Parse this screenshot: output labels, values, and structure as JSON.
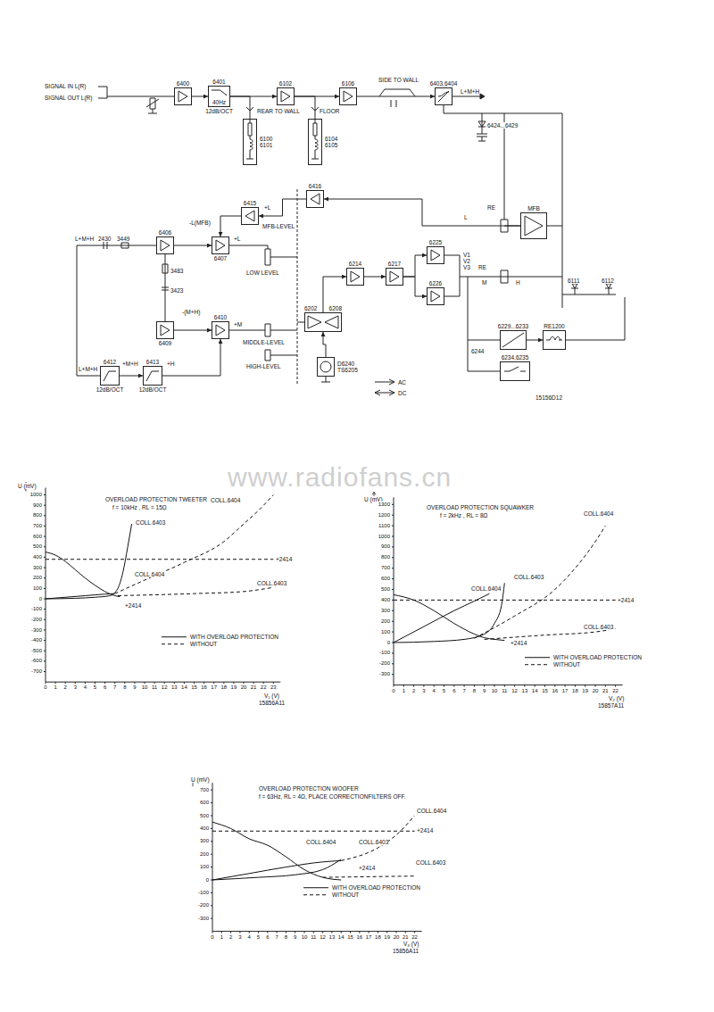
{
  "diagram": {
    "nodes": [
      {
        "text": [
          "6400"
        ]
      },
      {
        "text": [
          "6401",
          "40Hz",
          "12dB/OCT"
        ]
      },
      {
        "text": [
          "6102"
        ]
      },
      {
        "text": [
          "6106"
        ]
      },
      {
        "text": [
          "6403,6404"
        ]
      },
      {
        "text": [
          "6100 6101"
        ]
      },
      {
        "text": [
          "6104 6105"
        ]
      },
      {
        "text": [
          "6416"
        ]
      },
      {
        "text": [
          "6415"
        ]
      },
      {
        "text": [
          "MFB"
        ]
      },
      {
        "text": [
          "6406"
        ]
      },
      {
        "text": [
          "6407"
        ]
      },
      {
        "text": [
          "6409"
        ]
      },
      {
        "text": [
          "6410"
        ]
      },
      {
        "text": [
          "6412",
          "12dB/OCT"
        ]
      },
      {
        "text": [
          "6413",
          "12dB/OCT"
        ]
      },
      {
        "text": [
          "6202",
          "6208"
        ]
      },
      {
        "text": [
          "D6240 TS6205"
        ]
      },
      {
        "text": [
          "6214"
        ]
      },
      {
        "text": [
          "6217"
        ]
      },
      {
        "text": [
          "6225"
        ]
      },
      {
        "text": [
          "6226"
        ]
      },
      {
        "text": [
          "6229...6233"
        ]
      },
      {
        "text": [
          "RE1200"
        ]
      },
      {
        "text": [
          "6234,6235"
        ]
      }
    ],
    "edges": [
      {
        "from": 0,
        "to": 1,
        "arrow": "to"
      },
      {
        "from": 1,
        "to": 2,
        "arrow": "to"
      },
      {
        "from": 2,
        "to": 3,
        "arrow": "to"
      },
      {
        "from": 3,
        "to": 4,
        "arrow": "to"
      },
      {
        "from": 1,
        "to": 5,
        "arrow": "none"
      },
      {
        "from": 2,
        "to": 6,
        "arrow": "none"
      },
      {
        "from": 9,
        "to": 7,
        "arrow": "to"
      },
      {
        "from": 7,
        "to": 8,
        "arrow": "to"
      },
      {
        "from": 8,
        "to": 11,
        "arrow": "to"
      },
      {
        "from": 10,
        "to": 11,
        "arrow": "to"
      },
      {
        "from": 10,
        "to": 12,
        "arrow": "none"
      },
      {
        "from": 12,
        "to": 13,
        "arrow": "to"
      },
      {
        "from": 14,
        "to": 15,
        "arrow": "to"
      },
      {
        "from": 15,
        "to": 13,
        "arrow": "to"
      },
      {
        "from": 17,
        "to": 16,
        "arrow": "to"
      },
      {
        "from": 16,
        "to": 18,
        "arrow": "to"
      },
      {
        "from": 18,
        "to": 19,
        "arrow": "to"
      },
      {
        "from": 19,
        "to": 20,
        "arrow": "to"
      },
      {
        "from": 19,
        "to": 21,
        "arrow": "to"
      },
      {
        "from": 22,
        "to": 23,
        "arrow": "to"
      }
    ],
    "labels": [
      "SIGNAL IN L(R)",
      "SIGNAL OUT L(R)",
      "REAR TO WALL",
      "FLOOR",
      "SIDE TO WALL",
      "L+M+H",
      "6424...6429",
      "MFB-LEVEL",
      "-L(MFB)",
      "+L",
      "RE",
      "L",
      "L+M+H",
      "2430",
      "3449",
      "+L",
      "LOW LEVEL",
      "3483",
      "3423",
      "-(M+H)",
      "+M",
      "MIDDLE-LEVEL",
      "HIGH-LEVEL",
      "L+M+H",
      "+M+H",
      "+H",
      "V1",
      "V2",
      "V3",
      "RE",
      "M",
      "H",
      "6244",
      "6111",
      "6112",
      "AC",
      "DC",
      "15156D12",
      "OVERLOAD PROTECTION TWEETER",
      "f = 10kHz , RL = 15Ω",
      "COLL.6404",
      "COLL.6403",
      "COLL.6404",
      "+2414",
      "COLL.6403",
      "+2414",
      "V₁ (V)",
      "15856A11",
      "U (mV)",
      "OVERLOAD PROTECTION SQUAWKER",
      "f = 2kHz , RL = 8Ω",
      "COLL.6404",
      "COLL.6403",
      "COLL.6404",
      "+2414",
      "COLL.6403",
      "+2414",
      "V₂ (V)",
      "15857A11",
      "U (mV)",
      "OVERLOAD PROTECTION WOOFER",
      "f = 63Hz, RL = 4Ω, PLACE CORRECTIONFILTERS OFF.",
      "COLL.6404",
      "+2414",
      "COLL.6404",
      "COLL.6403",
      "+2414",
      "COLL.6403",
      "V₃ (V)",
      "15856A11",
      "U (mV)",
      "www.radiofans.cn",
      "1000",
      "900",
      "800",
      "700",
      "600",
      "500",
      "400",
      "300",
      "200",
      "100",
      "0",
      "-100",
      "-200",
      "-300",
      "-400",
      "-500",
      "-600",
      "-700",
      "0",
      "1",
      "2",
      "3",
      "4",
      "5",
      "6",
      "7",
      "8",
      "9",
      "10",
      "11",
      "12",
      "13",
      "14",
      "15",
      "16",
      "17",
      "18",
      "19",
      "20",
      "21",
      "22",
      "23",
      "1300",
      "1200",
      "1100",
      "1000",
      "900",
      "800",
      "700",
      "600",
      "500",
      "400",
      "300",
      "200",
      "100",
      "0",
      "-100",
      "-200",
      "-300",
      "0",
      "1",
      "2",
      "3",
      "4",
      "5",
      "6",
      "7",
      "8",
      "9",
      "10",
      "11",
      "12",
      "13",
      "14",
      "15",
      "16",
      "17",
      "18",
      "19",
      "20",
      "21",
      "22",
      "700",
      "600",
      "500",
      "400",
      "300",
      "200",
      "100",
      "0",
      "-100",
      "-200",
      "-300",
      "0",
      "1",
      "2",
      "3",
      "4",
      "5",
      "6",
      "7",
      "8",
      "9",
      "10",
      "11",
      "12",
      "13",
      "14",
      "15",
      "16",
      "17",
      "18",
      "19",
      "20",
      "21",
      "22"
    ],
    "legend": [
      {
        "text": "WITH OVERLOAD PROTECTION"
      },
      {
        "text": "WITHOUT"
      },
      {
        "text": "WITH OVERLOAD PROTECTION"
      },
      {
        "text": "WITHOUT"
      },
      {
        "text": "WITH OVERLOAD PROTECTION"
      },
      {
        "text": "WITHOUT"
      }
    ]
  }
}
